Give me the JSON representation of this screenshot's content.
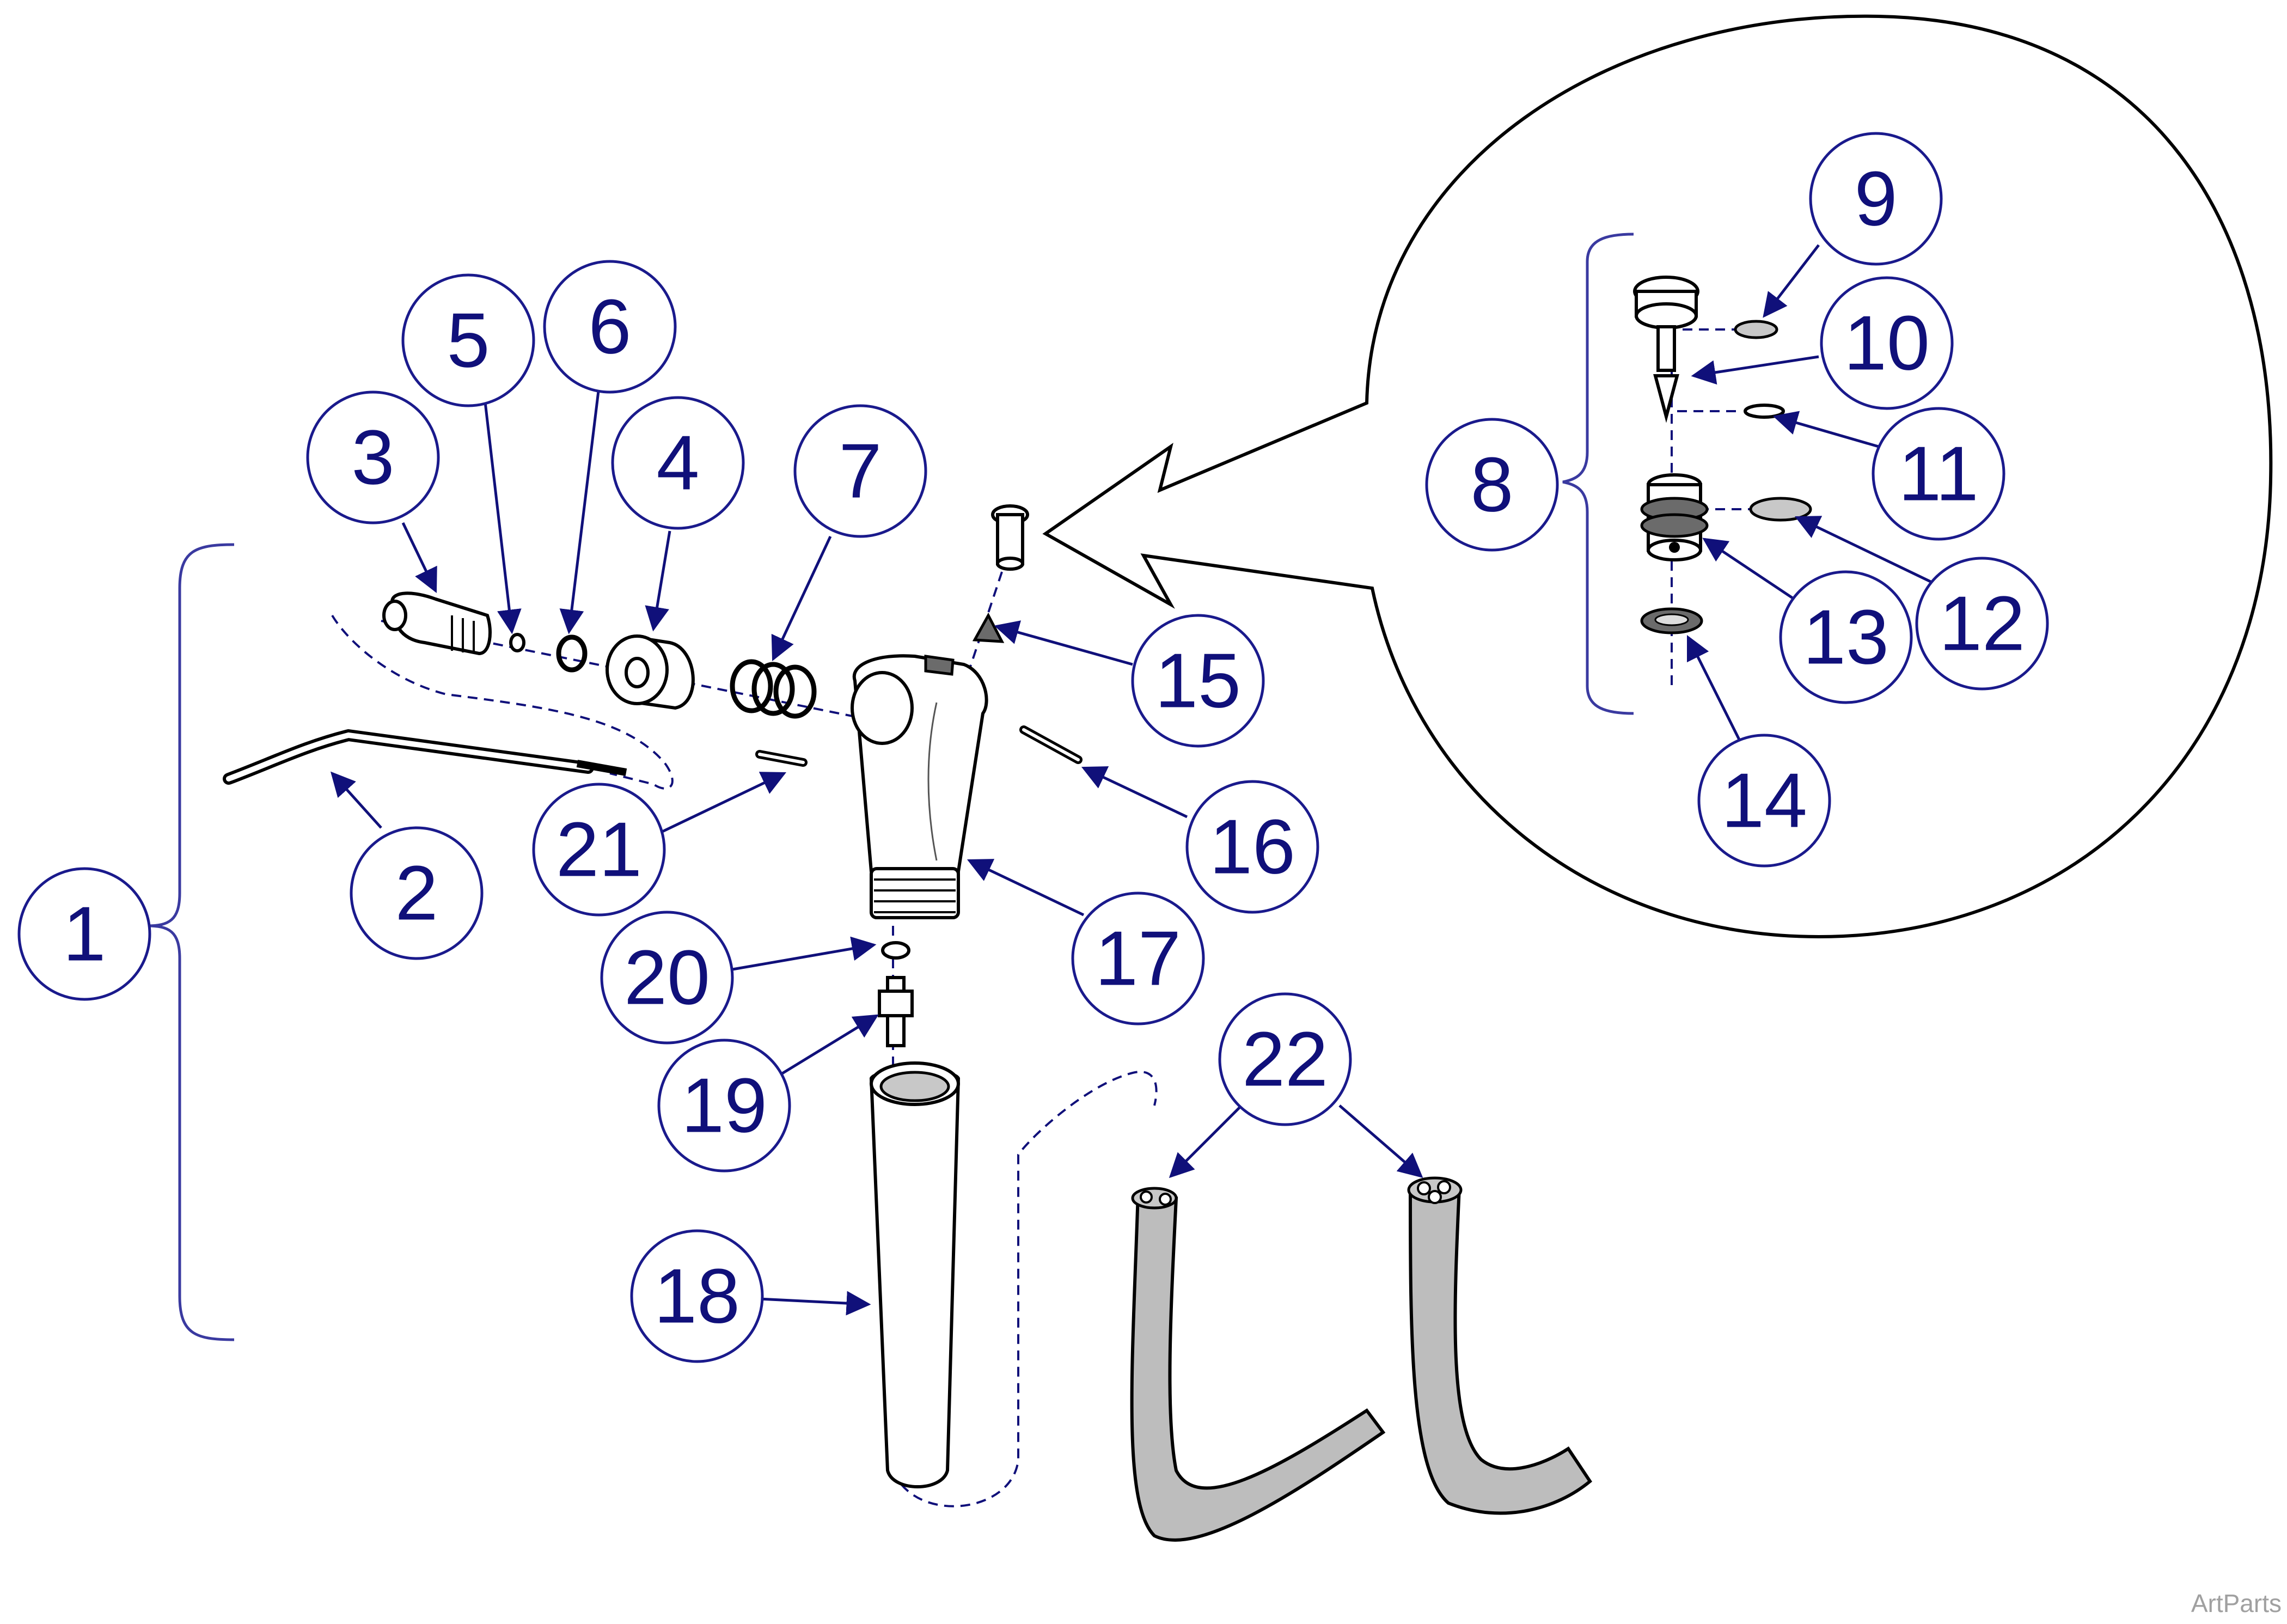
{
  "callouts": [
    {
      "id": "1",
      "label": "1"
    },
    {
      "id": "2",
      "label": "2"
    },
    {
      "id": "3",
      "label": "3"
    },
    {
      "id": "4",
      "label": "4"
    },
    {
      "id": "5",
      "label": "5"
    },
    {
      "id": "6",
      "label": "6"
    },
    {
      "id": "7",
      "label": "7"
    },
    {
      "id": "8",
      "label": "8"
    },
    {
      "id": "9",
      "label": "9"
    },
    {
      "id": "10",
      "label": "10"
    },
    {
      "id": "11",
      "label": "11"
    },
    {
      "id": "12",
      "label": "12"
    },
    {
      "id": "13",
      "label": "13"
    },
    {
      "id": "14",
      "label": "14"
    },
    {
      "id": "15",
      "label": "15"
    },
    {
      "id": "16",
      "label": "16"
    },
    {
      "id": "17",
      "label": "17"
    },
    {
      "id": "18",
      "label": "18"
    },
    {
      "id": "19",
      "label": "19"
    },
    {
      "id": "20",
      "label": "20"
    },
    {
      "id": "21",
      "label": "21"
    },
    {
      "id": "22",
      "label": "22"
    }
  ],
  "watermark": "ArtParts",
  "colors": {
    "callout": "#10107a",
    "part_stroke": "#000000",
    "hose_fill": "#bdbdbd"
  }
}
